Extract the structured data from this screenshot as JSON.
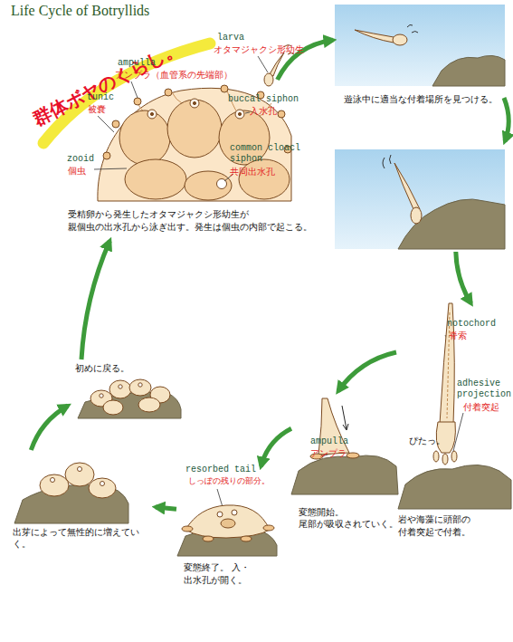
{
  "diagram": {
    "title": "Life Cycle of Botryllids",
    "nodes": [
      {
        "text": [
          "受精卵から発生したオタマジャクシ形幼生が 親個虫の出水孔から泳ぎ出す。発生は個虫の内部で起こる。"
        ]
      },
      {
        "text": [
          "遊泳中に適当な付着場所を見つける。"
        ]
      },
      {
        "text": [
          "ぴたっ。",
          "岩や海藻に頭部の付着突起で付着。"
        ]
      },
      {
        "text": [
          "変態開始。 尾部が吸収されていく。"
        ]
      },
      {
        "text": [
          "変態終了。 入・出水孔が開く。"
        ]
      },
      {
        "text": [
          "出芽によって無性的に増えていく。"
        ]
      },
      {
        "text": [
          "初めに戻る。"
        ]
      }
    ],
    "edges": [
      {
        "from": 0,
        "to": 1,
        "arrow": "to"
      },
      {
        "from": 1,
        "to": 2,
        "arrow": "to"
      },
      {
        "from": 2,
        "to": 3,
        "arrow": "to"
      },
      {
        "from": 3,
        "to": 4,
        "arrow": "to"
      },
      {
        "from": 4,
        "to": 5,
        "arrow": "to"
      },
      {
        "from": 5,
        "to": 6,
        "arrow": "to"
      },
      {
        "from": 6,
        "to": 0,
        "arrow": "to"
      }
    ],
    "labels": [
      "群体ボヤのくらし。",
      "larva",
      "オタマジャクシ形幼生",
      "ampulla",
      "アンプラ（血管系の先端部）",
      "tunic",
      "被嚢",
      "buccal siphon",
      "入水孔",
      "zooid",
      "個虫",
      "common cloacl siphon",
      "共同出水孔",
      "notochord",
      "脊索",
      "adhesive projection",
      "付着突起",
      "ampulla",
      "アンプラ",
      "resorbed tail",
      "しっぽの残りの部分。"
    ]
  }
}
